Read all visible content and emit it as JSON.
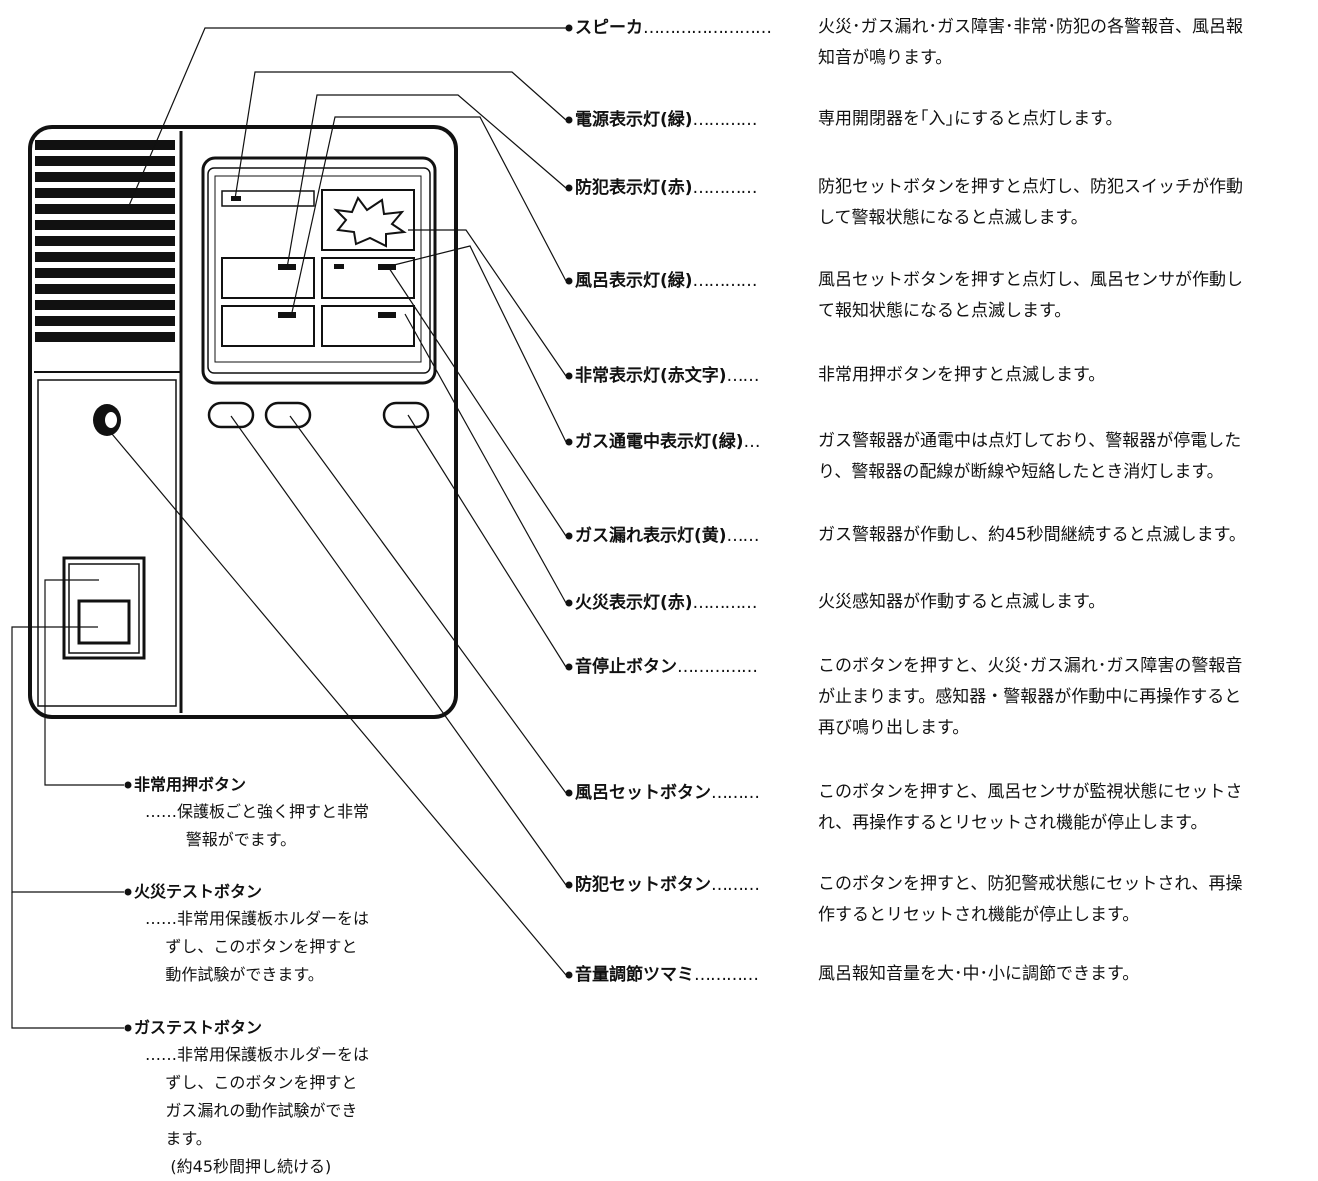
{
  "callouts": [
    {
      "name": "スピーカ",
      "dots": "……………………",
      "desc": "火災･ガス漏れ･ガス障害･非常･防犯の各警報音、風呂報\n知音が鳴ります。"
    },
    {
      "name": "電源表示灯(緑)",
      "dots": "…………",
      "desc": "専用開閉器を｢入｣にすると点灯します。"
    },
    {
      "name": "防犯表示灯(赤)",
      "dots": "…………",
      "desc": "防犯セットボタンを押すと点灯し、防犯スイッチが作動\nして警報状態になると点滅します。"
    },
    {
      "name": "風呂表示灯(緑)",
      "dots": "…………",
      "desc": "風呂セットボタンを押すと点灯し、風呂センサが作動し\nて報知状態になると点滅します。"
    },
    {
      "name": "非常表示灯(赤文字)",
      "dots": "……",
      "desc": "非常用押ボタンを押すと点滅します。"
    },
    {
      "name": "ガス通電中表示灯(緑)",
      "dots": "…",
      "desc": "ガス警報器が通電中は点灯しており、警報器が停電した\nり、警報器の配線が断線や短絡したとき消灯します。"
    },
    {
      "name": "ガス漏れ表示灯(黄)",
      "dots": "……",
      "desc": "ガス警報器が作動し、約45秒間継続すると点滅します。"
    },
    {
      "name": "火災表示灯(赤)",
      "dots": "…………",
      "desc": "火災感知器が作動すると点滅します。"
    },
    {
      "name": "音停止ボタン",
      "dots": "……………",
      "desc": "このボタンを押すと、火災･ガス漏れ･ガス障害の警報音\nが止まります。感知器・警報器が作動中に再操作すると\n再び鳴り出します。"
    },
    {
      "name": "風呂セットボタン",
      "dots": "………",
      "desc": "このボタンを押すと、風呂センサが監視状態にセットさ\nれ、再操作するとリセットされ機能が停止します。"
    },
    {
      "name": "防犯セットボタン",
      "dots": "………",
      "desc": "このボタンを押すと、防犯警戒状態にセットされ、再操\n作するとリセットされ機能が停止します。"
    },
    {
      "name": "音量調節ツマミ",
      "dots": "…………",
      "desc": "風呂報知音量を大･中･小に調節できます。"
    }
  ],
  "bottom_callouts": [
    {
      "name": "非常用押ボタン",
      "desc": "……保護板ごと強く押すと非常\n        警報がでます。"
    },
    {
      "name": "火災テストボタン",
      "desc": "……非常用保護板ホルダーをは\n    ずし、このボタンを押すと\n    動作試験ができます。"
    },
    {
      "name": "ガステストボタン",
      "desc": "……非常用保護板ホルダーをは\n    ずし、このボタンを押すと\n    ガス漏れの動作試験ができ\n    ます。\n     (約45秒間押し続ける)"
    }
  ]
}
